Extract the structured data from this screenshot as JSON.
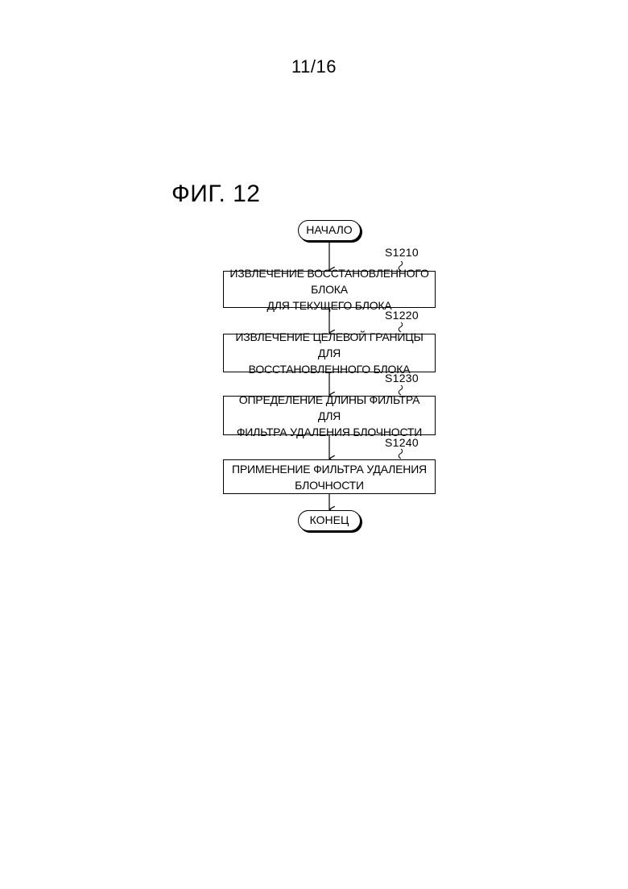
{
  "page": {
    "number": "11/16"
  },
  "figure": {
    "title": "ФИГ. 12"
  },
  "flowchart": {
    "start_label": "НАЧАЛО",
    "end_label": "КОНЕЦ",
    "steps": [
      {
        "id": "S1210",
        "line1": "ИЗВЛЕЧЕНИЕ ВОССТАНОВЛЕННОГО БЛОКА",
        "line2": "ДЛЯ ТЕКУЩЕГО БЛОКА"
      },
      {
        "id": "S1220",
        "line1": "ИЗВЛЕЧЕНИЕ ЦЕЛЕВОЙ ГРАНИЦЫ ДЛЯ",
        "line2": "ВОССТАНОВЛЕННОГО БЛОКА"
      },
      {
        "id": "S1230",
        "line1": "ОПРЕДЕЛЕНИЕ ДЛИНЫ ФИЛЬТРА ДЛЯ",
        "line2": "ФИЛЬТРА УДАЛЕНИЯ БЛОЧНОСТИ"
      },
      {
        "id": "S1240",
        "line1": "ПРИМЕНЕНИЕ ФИЛЬТРА УДАЛЕНИЯ",
        "line2": "БЛОЧНОСТИ"
      }
    ]
  }
}
